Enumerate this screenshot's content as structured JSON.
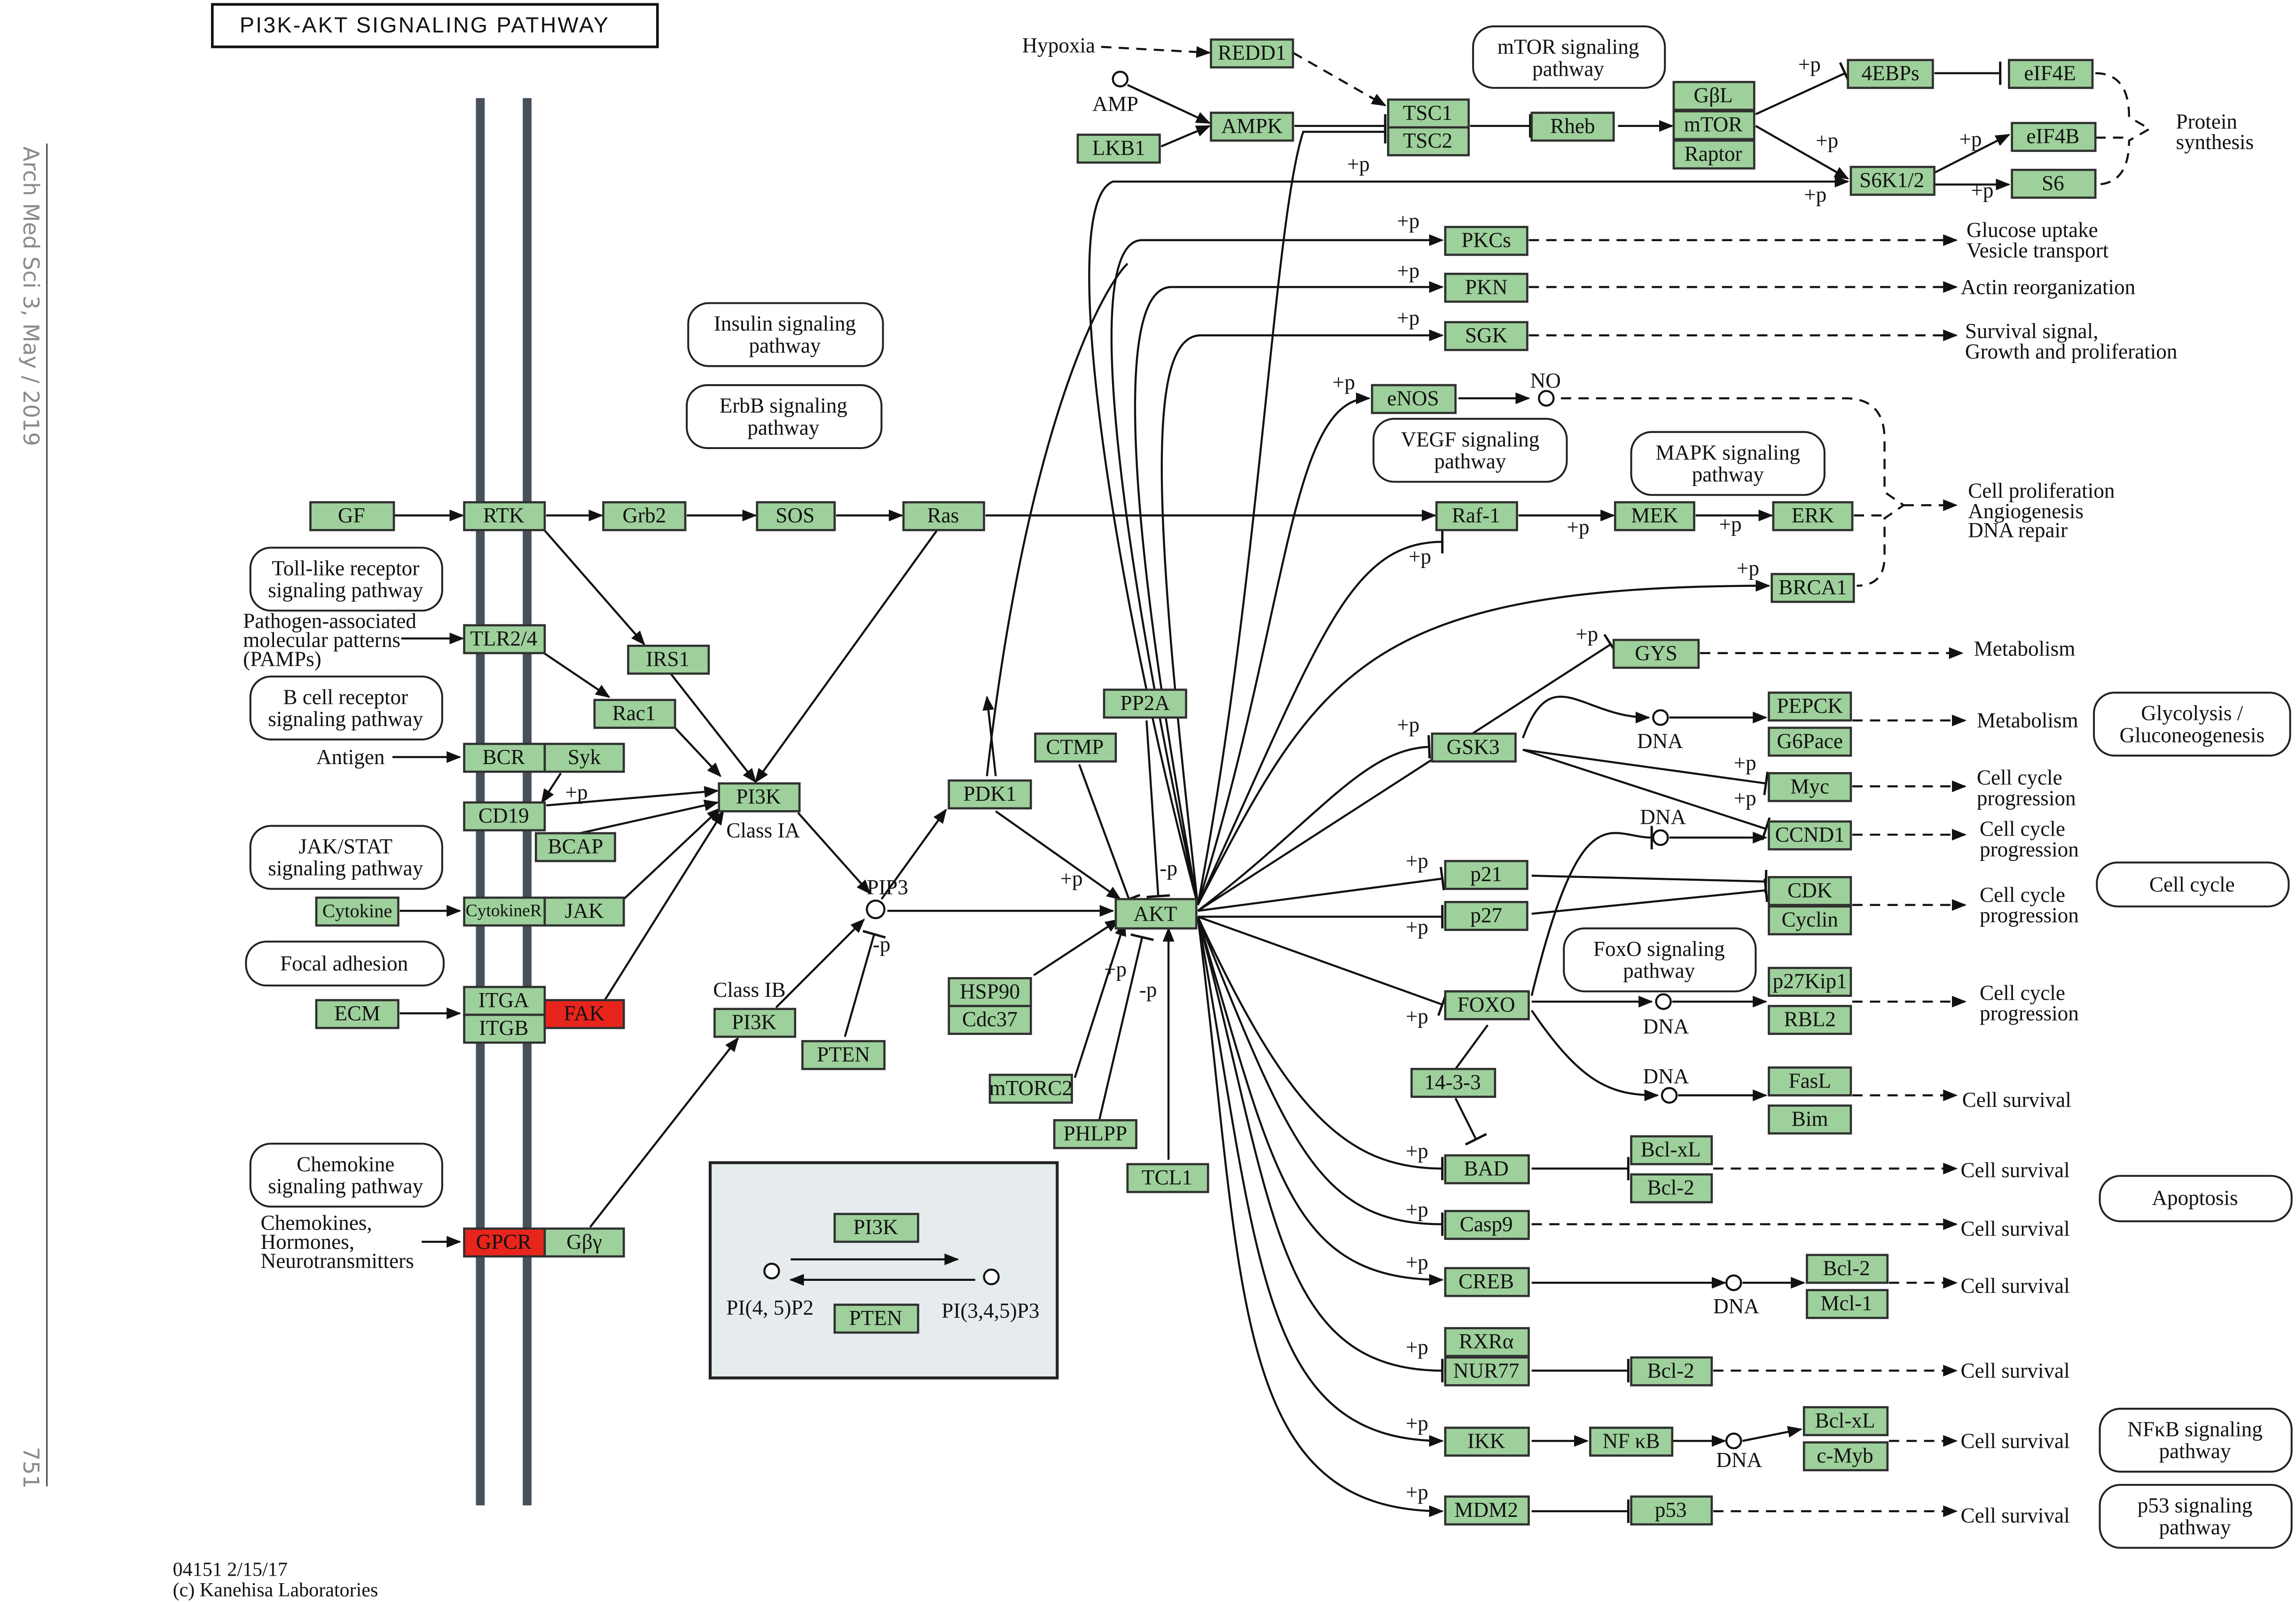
{
  "title": "PI3K-AKT SIGNALING PATHWAY",
  "sidebar": {
    "journal": "Arch Med Sci 3, May / 2019",
    "page": "751"
  },
  "footer": {
    "map_id": "04151 2/15/17",
    "copyright": "(c) Kanehisa Laboratories"
  },
  "colors": {
    "gene": "#9ed09b",
    "highlight": "#e8251c",
    "membrane": "#48505a",
    "inset": "#e6ecee"
  },
  "genes": {
    "GF": "GF",
    "RTK": "RTK",
    "Grb2": "Grb2",
    "SOS": "SOS",
    "Ras": "Ras",
    "TLR24": "TLR2/4",
    "IRS1": "IRS1",
    "Rac1": "Rac1",
    "BCR": "BCR",
    "Syk": "Syk",
    "CD19": "CD19",
    "BCAP": "BCAP",
    "PI3K_A": "PI3K",
    "Cytokine": "Cytokine",
    "CytokineR": "CytokineR",
    "JAK": "JAK",
    "ECM": "ECM",
    "ITGA": "ITGA",
    "ITGB": "ITGB",
    "FAK": "FAK",
    "PI3K_B": "PI3K",
    "PTEN": "PTEN",
    "GPCR": "GPCR",
    "Gby": "Gβγ",
    "PDK1": "PDK1",
    "CTMP": "CTMP",
    "PP2A": "PP2A",
    "AKT": "AKT",
    "HSP90": "HSP90",
    "Cdc37": "Cdc37",
    "mTORC2": "mTORC2",
    "PHLPP": "PHLPP",
    "TCL1": "TCL1",
    "REDD1": "REDD1",
    "AMPK": "AMPK",
    "LKB1": "LKB1",
    "TSC1": "TSC1",
    "TSC2": "TSC2",
    "Rheb": "Rheb",
    "GbL": "GβL",
    "mTOR": "mTOR",
    "Raptor": "Raptor",
    "4EBPs": "4EBPs",
    "eIF4E": "eIF4E",
    "eIF4B": "eIF4B",
    "S6K12": "S6K1/2",
    "S6": "S6",
    "PKCs": "PKCs",
    "PKN": "PKN",
    "SGK": "SGK",
    "eNOS": "eNOS",
    "Raf1": "Raf-1",
    "MEK": "MEK",
    "ERK": "ERK",
    "BRCA1": "BRCA1",
    "GYS": "GYS",
    "GSK3": "GSK3",
    "PEPCK": "PEPCK",
    "G6Pace": "G6Pace",
    "Myc": "Myc",
    "CCND1": "CCND1",
    "p21": "p21",
    "p27": "p27",
    "CDK": "CDK",
    "Cyclin": "Cyclin",
    "FOXO": "FOXO",
    "p27Kip1": "p27Kip1",
    "RBL2": "RBL2",
    "1433": "14-3-3",
    "FasL": "FasL",
    "Bim": "Bim",
    "BAD": "BAD",
    "BclxL1": "Bcl-xL",
    "Bcl2_1": "Bcl-2",
    "Casp9": "Casp9",
    "CREB": "CREB",
    "Bcl2_2": "Bcl-2",
    "Mcl1": "Mcl-1",
    "RXRa": "RXRα",
    "NUR77": "NUR77",
    "Bcl2_3": "Bcl-2",
    "IKK": "IKK",
    "NFkB": "NF κB",
    "BclxL2": "Bcl-xL",
    "cMyb": "c-Myb",
    "MDM2": "MDM2",
    "p53": "p53",
    "inset_PI3K": "PI3K",
    "inset_PTEN": "PTEN"
  },
  "pathways": {
    "mtor": [
      "mTOR signaling",
      "pathway"
    ],
    "insulin": [
      "Insulin signaling",
      "pathway"
    ],
    "erbb": [
      "ErbB signaling",
      "pathway"
    ],
    "vegf": [
      "VEGF signaling",
      "pathway"
    ],
    "mapk": [
      "MAPK signaling",
      "pathway"
    ],
    "tlr": [
      "Toll-like receptor",
      "signaling pathway"
    ],
    "bcr": [
      "B cell receptor",
      "signaling pathway"
    ],
    "jak": [
      "JAK/STAT",
      "signaling pathway"
    ],
    "focal": [
      "Focal adhesion"
    ],
    "chemokine": [
      "Chemokine",
      "signaling pathway"
    ],
    "foxo": [
      "FoxO signaling",
      "pathway"
    ],
    "glyco": [
      "Glycolysis /",
      "Gluconeogenesis"
    ],
    "cellcycle": [
      "Cell cycle"
    ],
    "apoptosis": [
      "Apoptosis"
    ],
    "nfkb": [
      "NFκB signaling",
      "pathway"
    ],
    "p53": [
      "p53 signaling",
      "pathway"
    ]
  },
  "labels": {
    "hypoxia": "Hypoxia",
    "amp": "AMP",
    "pamps1": "Pathogen-associated",
    "pamps2": "molecular patterns",
    "pamps3": "(PAMPs)",
    "antigen": "Antigen",
    "chemo1": "Chemokines,",
    "chemo2": "Hormones,",
    "chemo3": "Neurotransmitters",
    "classIA": "Class IA",
    "classIB": "Class IB",
    "pip3": "PIP3",
    "no": "NO",
    "dna": "DNA",
    "pi45": "PI(4, 5)P2",
    "pi345": "PI(3,4,5)P3",
    "p": "+p",
    "mp": "-p",
    "protein1": "Protein",
    "protein2": "synthesis",
    "glucose1": "Glucose uptake",
    "glucose2": "Vesicle transport",
    "actin": "Actin reorganization",
    "survival1": "Survival signal,",
    "survival2": "Growth and proliferation",
    "prolif1": "Cell proliferation",
    "prolif2": "Angiogenesis",
    "prolif3": "DNA repair",
    "metabolism": "Metabolism",
    "cellcycle1": "Cell cycle",
    "cellcycle2": "progression",
    "cellsurvival": "Cell survival"
  }
}
